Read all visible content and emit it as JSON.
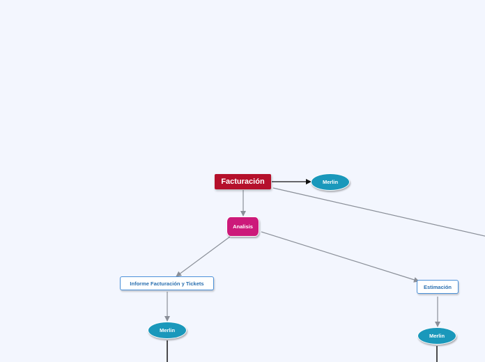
{
  "mindmap": {
    "root": {
      "label": "Facturación"
    },
    "merlin_top": {
      "label": "Merlin"
    },
    "analisis": {
      "label": "Analisis"
    },
    "informe": {
      "label": "Informe Facturación y Tickets"
    },
    "estimacion": {
      "label": "Estimación"
    },
    "merlin_left": {
      "label": "Merlin"
    },
    "merlin_right": {
      "label": "Merlin"
    }
  },
  "colors": {
    "background": "#f3f6fe",
    "root": "#b5102b",
    "merlin": "#1a98bb",
    "analisis": "#cc1a7a",
    "box_border": "#4a90d9",
    "connector": "#8a8f98",
    "connector_dark": "#111111"
  }
}
